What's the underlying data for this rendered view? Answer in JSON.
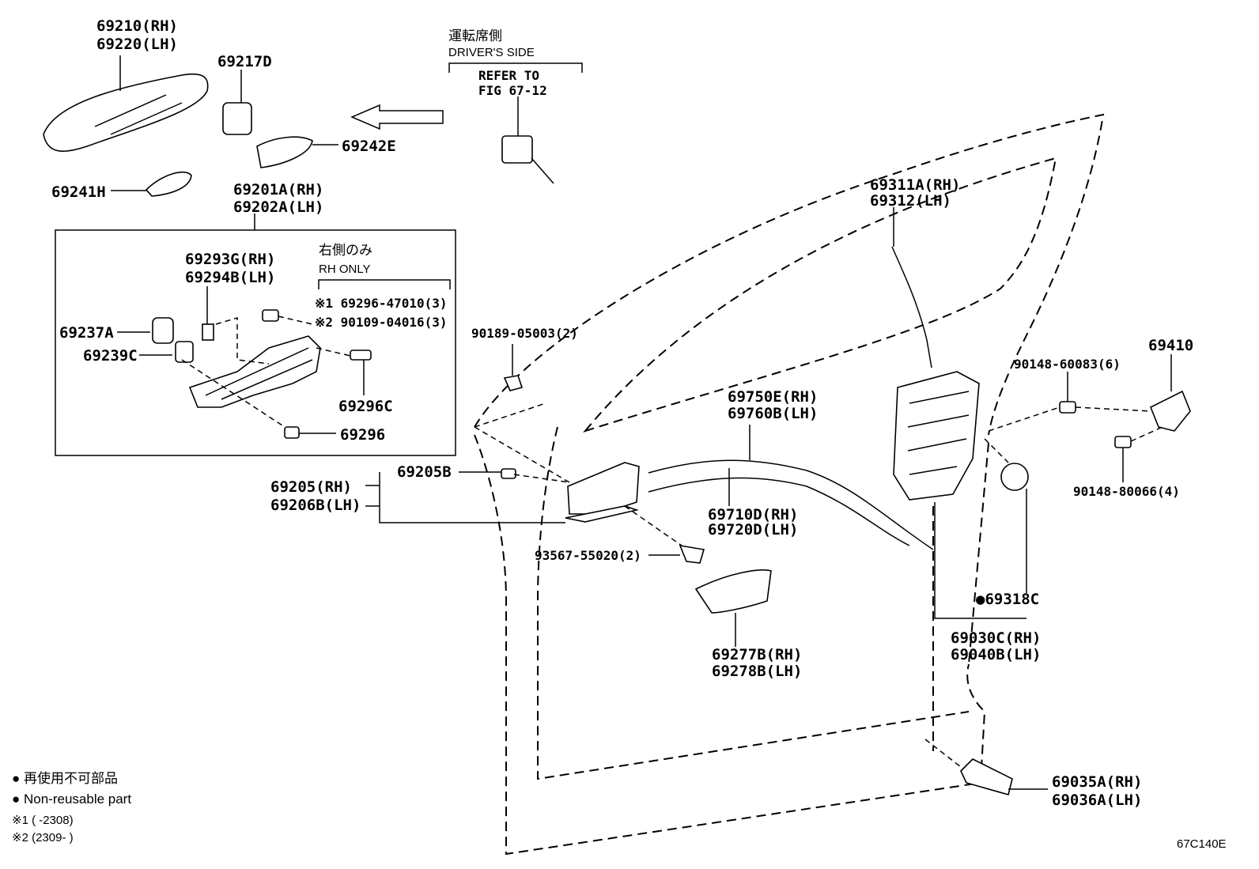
{
  "top_notes": {
    "drivers_side_jp": "運転席側",
    "drivers_side": "DRIVER'S SIDE",
    "refer_to_1": "REFER TO",
    "refer_to_2": "FIG 67-12"
  },
  "box_notes": {
    "rh_only_jp": "右側のみ",
    "rh_only": "RH ONLY",
    "footnote_part_1": "※1 69296-47010(3)",
    "footnote_part_2": "※2 90109-04016(3)"
  },
  "labels": {
    "p69210": "69210(RH)",
    "p69220": "69220(LH)",
    "p69217D": "69217D",
    "p69242E": "69242E",
    "p69241H": "69241H",
    "p69201A": "69201A(RH)",
    "p69202A": "69202A(LH)",
    "p69293G": "69293G(RH)",
    "p69294B": "69294B(LH)",
    "p69237A": "69237A",
    "p69239C": "69239C",
    "p69296C": "69296C",
    "p69296": "69296",
    "p90189": "90189-05003(2)",
    "p69311A": "69311A(RH)",
    "p69312": "69312(LH)",
    "p69410": "69410",
    "p90148_60083": "90148-60083(6)",
    "p90148_80066": "90148-80066(4)",
    "p69750E": "69750E(RH)",
    "p69760B": "69760B(LH)",
    "p69205B": "69205B",
    "p69205": "69205(RH)",
    "p69206B": "69206B(LH)",
    "p69710D": "69710D(RH)",
    "p69720D": "69720D(LH)",
    "p93567": "93567-55020(2)",
    "p69318C": "●69318C",
    "p69030C": "69030C(RH)",
    "p69040B": "69040B(LH)",
    "p69277B": "69277B(RH)",
    "p69278B": "69278B(LH)",
    "p69035A": "69035A(RH)",
    "p69036A": "69036A(LH)"
  },
  "legend": {
    "non_reusable_jp": "● 再使用不可部品",
    "non_reusable": "● Non-reusable part",
    "range_1": "※1 (      -2308)",
    "range_2": "※2 (2309-      )"
  },
  "figure_code": "67C140E"
}
